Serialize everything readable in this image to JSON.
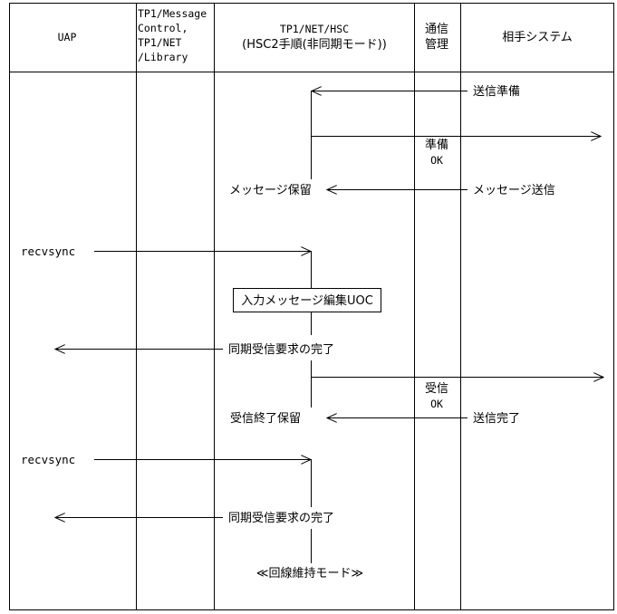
{
  "headers": {
    "uap": "UAP",
    "msgctl": [
      "TP1/Message",
      "Control,",
      "TP1/NET",
      "/Library"
    ],
    "net_hsc": [
      "TP1/NET/HSC",
      "(HSC2手順(非同期モード))"
    ],
    "comm": [
      "通信",
      "管理"
    ],
    "remote": "相手システム"
  },
  "messages": {
    "send_ready": "送信準備",
    "ready_ok": [
      "準備",
      "OK"
    ],
    "msg_hold": "メッセージ保留",
    "msg_send": "メッセージ送信",
    "recvsync_1": "recvsync",
    "uoc_box": "入力メッセージ編集UOC",
    "sync_done_1": "同期受信要求の完了",
    "recv_ok": [
      "受信",
      "OK"
    ],
    "recv_end_hold": "受信終了保留",
    "send_done": "送信完了",
    "recvsync_2": "recvsync",
    "sync_done_2": "同期受信要求の完了",
    "line_keep": "≪回線維持モード≫"
  }
}
